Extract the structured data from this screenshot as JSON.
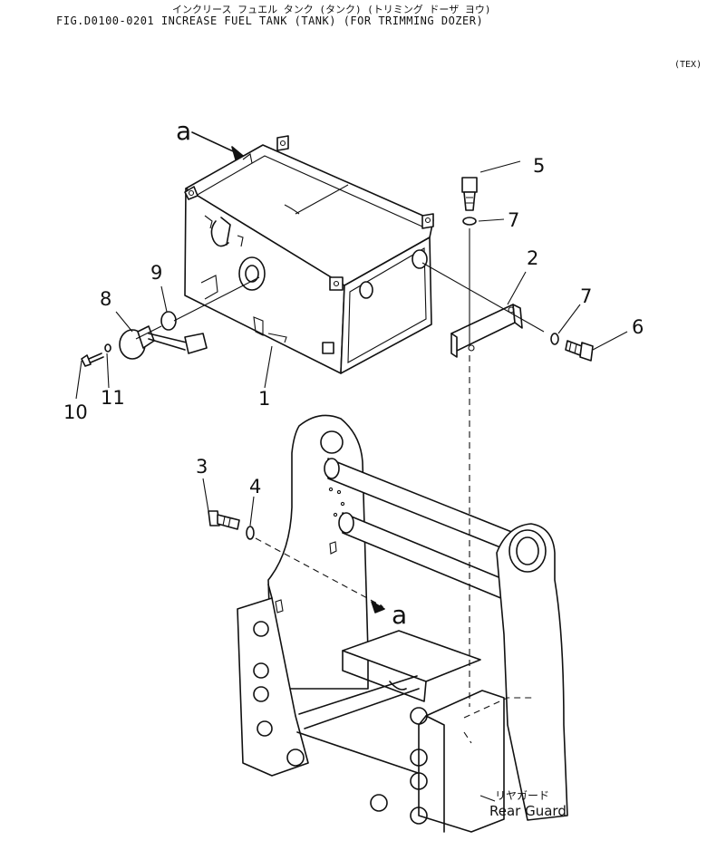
{
  "header": {
    "title_jp": "インクリース フュエル タンク (タンク) (トリミング ドーザ ヨウ)",
    "title_en": "FIG.D0100-0201  INCREASE FUEL TANK (TANK) (FOR TRIMMING DOZER)",
    "model_code": "(TEX)"
  },
  "diagram": {
    "arrow_labels": [
      "a",
      "a"
    ],
    "callouts": [
      "1",
      "2",
      "3",
      "4",
      "5",
      "6",
      "7",
      "7",
      "8",
      "9",
      "10",
      "11"
    ],
    "rear_guard_jp": "リヤガード",
    "rear_guard_en": "Rear Guard"
  }
}
